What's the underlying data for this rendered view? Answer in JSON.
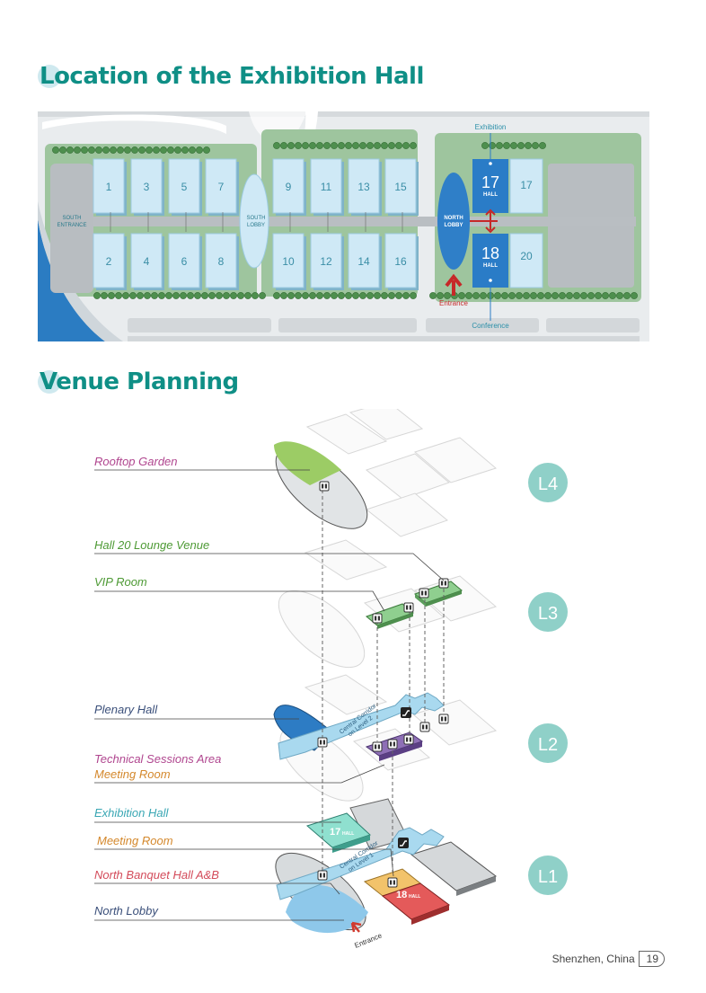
{
  "headings": {
    "location": "Location of the Exhibition Hall",
    "venue": "Venue Planning"
  },
  "map": {
    "south_entrance": [
      "SOUTH",
      "ENTRANCE"
    ],
    "south_lobby": [
      "SOUTH",
      "LOBBY"
    ],
    "north_lobby": [
      "NORTH",
      "LOBBY"
    ],
    "exhibition": "Exhibition",
    "conference": "Conference",
    "entrance": "Entrance",
    "hall_word": "HALL",
    "top_halls": [
      "1",
      "3",
      "5",
      "7",
      "9",
      "11",
      "13",
      "15"
    ],
    "bottom_halls": [
      "2",
      "4",
      "6",
      "8",
      "10",
      "12",
      "14",
      "16"
    ],
    "hall17": "17",
    "hall18": "18",
    "hall17_right": "17",
    "hall20": "20"
  },
  "planning": {
    "levels": [
      "L4",
      "L3",
      "L2",
      "L1"
    ],
    "labels": {
      "rooftop": "Rooftop Garden",
      "hall20_lounge": "Hall 20 Lounge Venue",
      "vip": "VIP Room",
      "plenary": "Plenary Hall",
      "tech_sessions": "Technical Sessions Area",
      "meeting_room_l2": "Meeting Room",
      "exhibition_hall": "Exhibition Hall",
      "meeting_room_l1": "Meeting Room",
      "banquet": "North Banquet Hall A&B",
      "north_lobby": "North Lobby"
    },
    "corridor_l2": [
      "Central Corridor",
      "on Level 2"
    ],
    "corridor_l1": [
      "Central Corridor",
      "on Level 1"
    ],
    "hall17_tag": "17",
    "hall18_tag": "18",
    "hall_tag_word": "HALL",
    "entrance": "Entrance"
  },
  "footer": {
    "location": "Shenzhen, China",
    "page": "19"
  },
  "colors": {
    "teal": "#0f8f86",
    "hall_light": "#cfe9f6",
    "hall_blue": "#2a7cc7",
    "lobby_blue": "#2f7fc8",
    "map_green": "#9ec59e",
    "map_gray": "#bfc3c6",
    "rooftop": "#9ccc65",
    "l3_green": "#8fcf8f",
    "plenary": "#2d7cc4",
    "purple": "#8e6fb6",
    "corridor": "#a9d9ef",
    "hall17_l1": "#8fe0cf",
    "meeting_orange": "#f2c36b",
    "banquet_red": "#e45a5a",
    "lobby_l1": "#8ec8ea",
    "label_pink": "#b0468f",
    "label_green": "#4e9a35",
    "label_navy": "#3a4f7a",
    "label_cyan": "#3aa7b4",
    "label_orange": "#d4882c",
    "label_red": "#d34b5a"
  }
}
